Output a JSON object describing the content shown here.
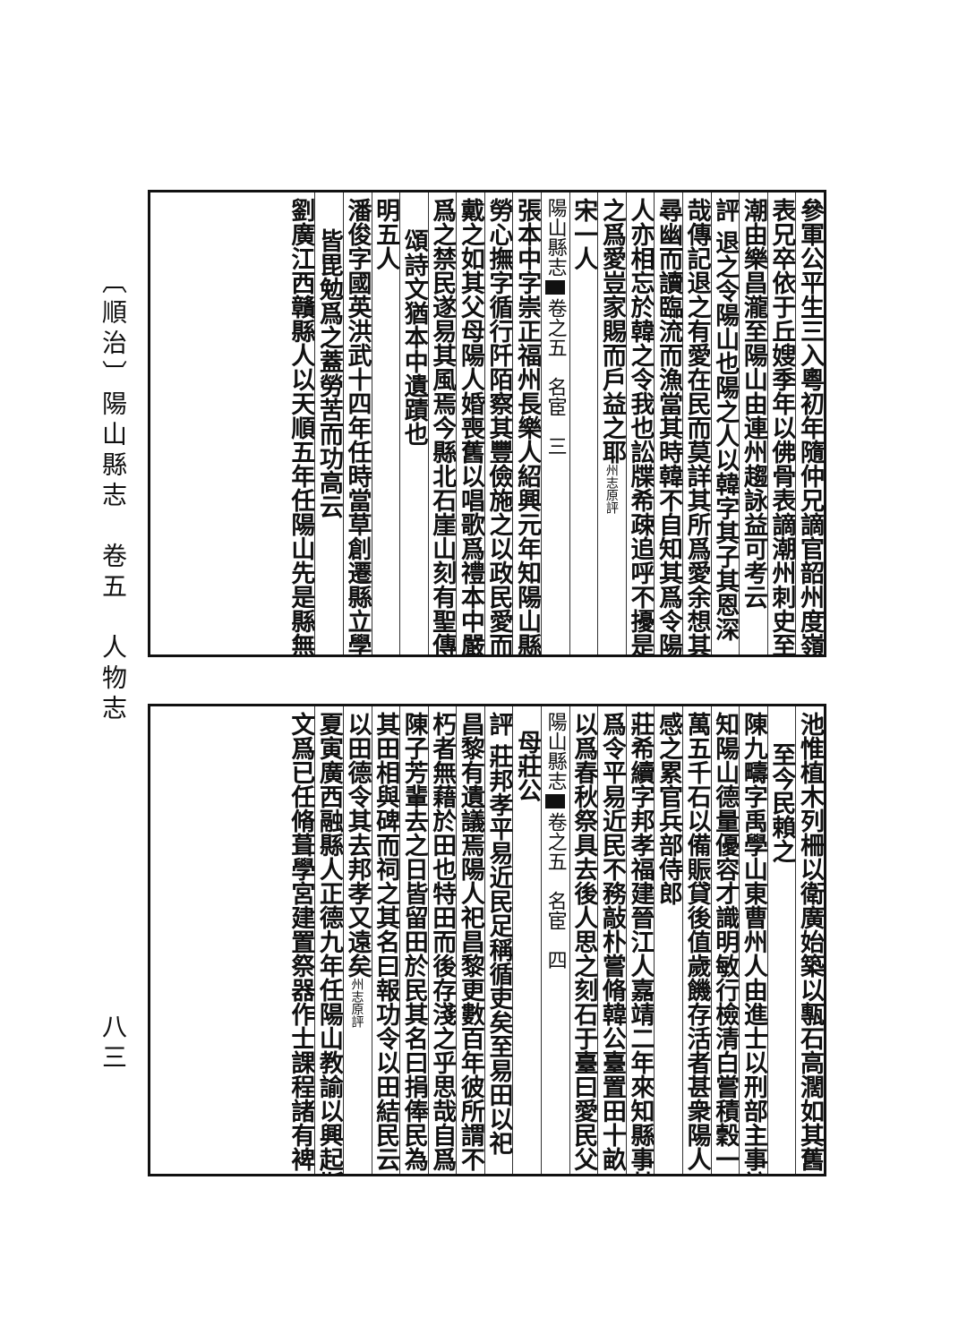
{
  "margin_title": "〔順治〕陽山縣志　卷五　人物志",
  "page_number": "八三",
  "top_page": {
    "columns": [
      {
        "text": "參軍公平生三入粵初年隨仲兄謫官韶州度嶺",
        "style": ""
      },
      {
        "text": "表兄卒依于丘嫂季年以佛骨表謫潮州刺史至",
        "style": ""
      },
      {
        "text": "潮由樂昌瀧至陽山由連州趨詠益可考云",
        "style": ""
      },
      {
        "text": "評 退之令陽山也陽之人以韓字其子其恩深",
        "style": ""
      },
      {
        "text": "哉傳記退之有愛在民而莫詳其所爲愛余想其",
        "style": ""
      },
      {
        "text": "尋幽而讀臨流而漁當其時韓不自知其爲令陽",
        "style": ""
      },
      {
        "text": "人亦相忘於韓之令我也訟牒希疎追呼不擾是",
        "style": ""
      },
      {
        "text": "之爲愛豈家賜而戶益之耶",
        "small": "州志原評",
        "style": ""
      },
      {
        "text": "宋一人",
        "style": ""
      },
      {
        "text": "陽山縣志",
        "mark": true,
        "after": "卷之五　名宦　三",
        "style": "fold"
      },
      {
        "text": "張本中字崇正福州長樂人紹興元年知陽山縣事",
        "style": ""
      },
      {
        "text": "勞心撫字循行阡陌察其豐儉施之以政民愛而",
        "style": ""
      },
      {
        "text": "戴之如其父母陽人婚喪舊以唱歌爲禮本中嚴",
        "style": ""
      },
      {
        "text": "爲之禁民遂易其風焉今縣北石崖山刻有聖傳",
        "style": ""
      },
      {
        "text": "頌詩文猶本中遺蹟也",
        "style": "indent"
      },
      {
        "text": "明五人",
        "style": ""
      },
      {
        "text": "潘俊字國英洪武十四年任時當草創遷縣立學後",
        "style": ""
      },
      {
        "text": "皆毘勉爲之蓋勞苦而功高云",
        "style": "indent"
      },
      {
        "text": "劉廣江西贛縣人以天順五年任陽山先是縣無城",
        "style": ""
      }
    ]
  },
  "bottom_page": {
    "columns": [
      {
        "text": "池惟植木列柵以衛廣始築以甎石高濶如其舊",
        "style": ""
      },
      {
        "text": "至今民賴之",
        "style": "indent"
      },
      {
        "text": "陳九疇字禹學山東曹州人由進士以刑部主事謫",
        "style": ""
      },
      {
        "text": "知陽山德量優容才識明敏行檢清白嘗積穀一",
        "style": ""
      },
      {
        "text": "萬五千石以備賑貸後值歲饑存活者甚衆陽人",
        "style": ""
      },
      {
        "text": "感之累官兵部侍郎",
        "style": ""
      },
      {
        "text": "莊希續字邦孝福建晉江人嘉靖二年來知縣事其",
        "style": ""
      },
      {
        "text": "爲令平易近民不務敲朴嘗脩韓公臺置田十畝",
        "style": ""
      },
      {
        "text": "以爲春秋祭具去後人思之刻石于臺曰愛民父",
        "style": ""
      },
      {
        "text": "陽山縣志",
        "mark": true,
        "after": "卷之五　名宦　四",
        "style": "fold"
      },
      {
        "text": "母莊公",
        "style": "heading"
      },
      {
        "text": "評 莊邦孝平易近民足稱循吏矣至易田以祀",
        "style": ""
      },
      {
        "text": "昌黎有遺議焉陽人祀昌黎更數百年彼所謂不",
        "style": ""
      },
      {
        "text": "朽者無藉於田也特田而後存淺之乎思哉自爲",
        "style": ""
      },
      {
        "text": "陳子芳輩去之日皆留田於民其名曰捐俸民為",
        "style": ""
      },
      {
        "text": "其田相與碑而祠之其名曰報功令以田結民云",
        "style": ""
      },
      {
        "text": "以田德令其去邦孝又遠矣",
        "small": "州志原評",
        "style": ""
      },
      {
        "text": "夏寅廣西融縣人正德九年任陽山教諭以興起斯",
        "style": ""
      },
      {
        "text": "文爲已任脩葺學宮建置祭器作士課程諸有裨",
        "style": ""
      }
    ]
  }
}
